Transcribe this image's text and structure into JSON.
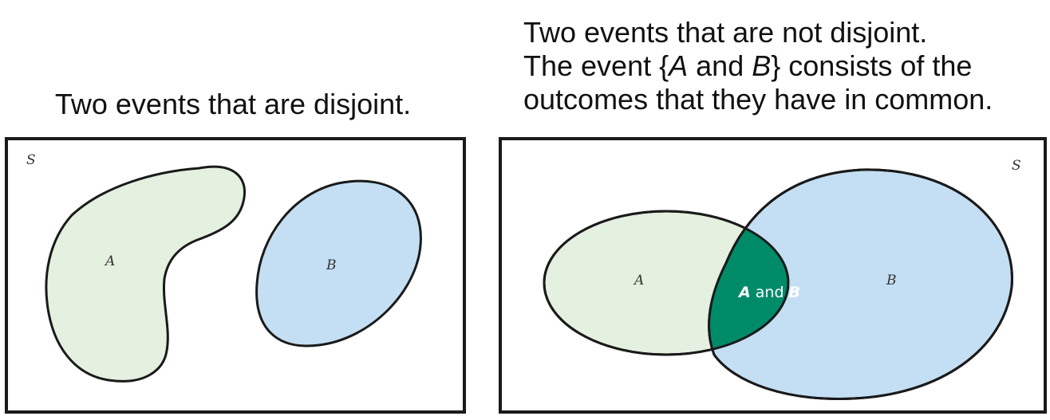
{
  "left_panel": {
    "caption": "Two events that are disjoint.",
    "space_label": "S",
    "event_a_label": "A",
    "event_b_label": "B"
  },
  "right_panel": {
    "caption_line1": "Two events that are not disjoint.",
    "caption_line2_pre": "The event {",
    "caption_line2_a": "A",
    "caption_line2_mid": " and ",
    "caption_line2_b": "B",
    "caption_line2_post": "} consists of the",
    "caption_line3": "outcomes that they have in common.",
    "space_label": "S",
    "event_a_label": "A",
    "event_b_label": "B",
    "intersection_a": "A",
    "intersection_and": " and ",
    "intersection_b": "B"
  },
  "colors": {
    "event_a_fill": "#e4f0e0",
    "event_b_fill": "#c4dff3",
    "intersection_fill": "#008b68",
    "outline": "#1a1a1a"
  }
}
